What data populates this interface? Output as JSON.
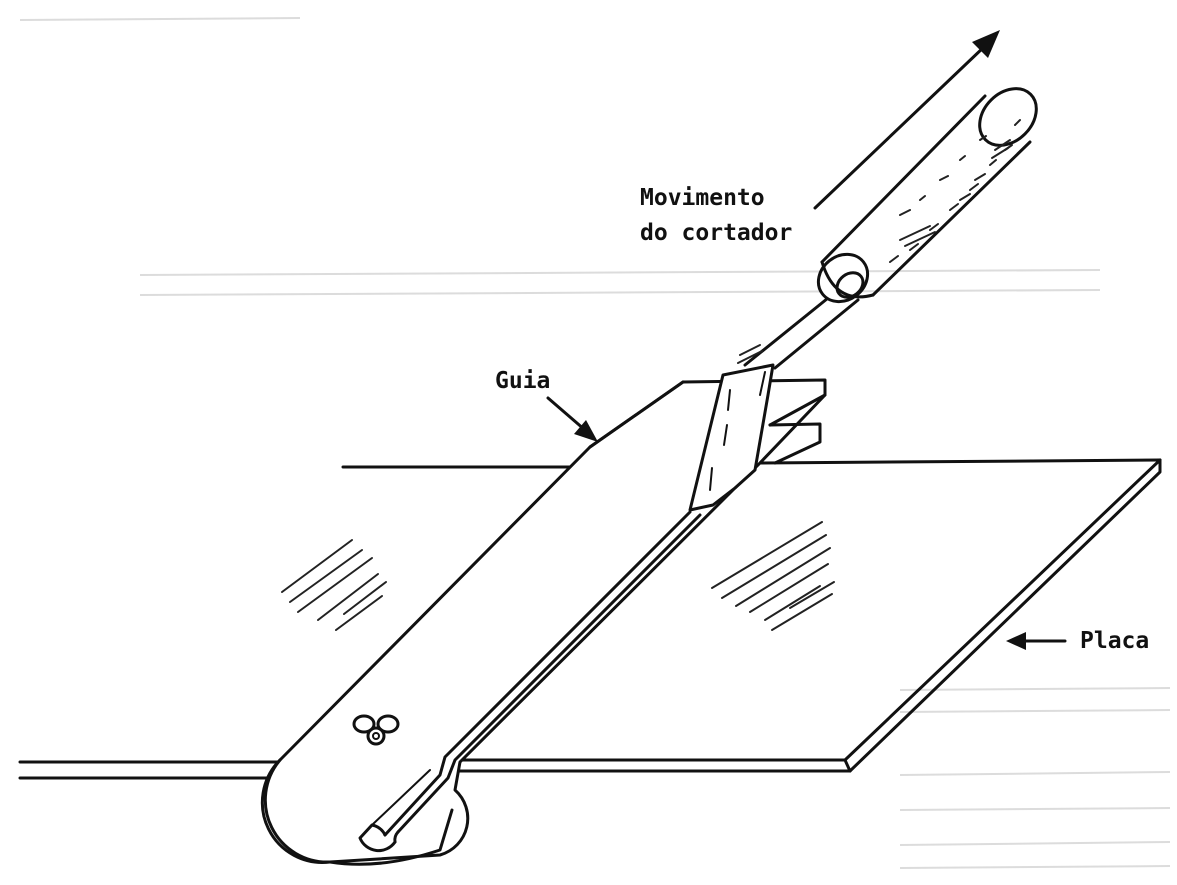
{
  "figure": {
    "labels": {
      "movimento_line1": "Movimento",
      "movimento_line2": "do cortador",
      "guia": "Guia",
      "placa": "Placa"
    }
  }
}
